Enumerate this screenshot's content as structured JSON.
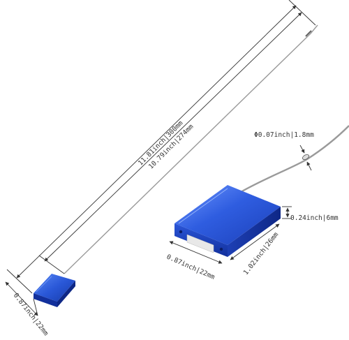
{
  "dimensions": {
    "total_length": "11.81inch|300mm",
    "cable_length": "10.79inch|274mm",
    "wire_diameter": "Φ0.07inch|1.8mm",
    "body_thickness": "0.24inch|6mm",
    "body_length": "1.02inch|26mm",
    "body_width_large": "0.87inch|22mm",
    "body_width_small": "0.87inch|22mm"
  },
  "colors": {
    "seal_blue": "#1f44c8",
    "seal_blue_dark": "#0f2a8c",
    "seal_blue_light": "#4f7df0",
    "cable": "#9a9a9a",
    "dimension_line": "#333333"
  },
  "icons": {
    "arrow": "arrow-head"
  }
}
